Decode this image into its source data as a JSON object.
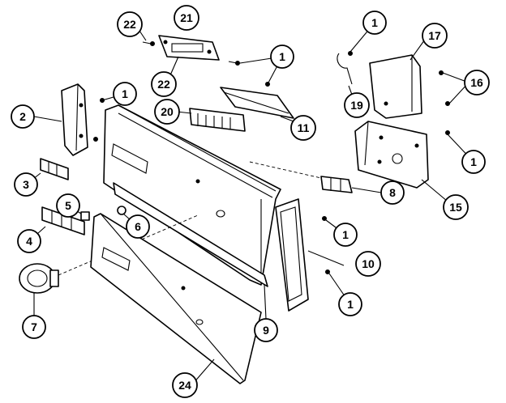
{
  "callouts": [
    {
      "id": "c1a",
      "label": "1"
    },
    {
      "id": "c1b",
      "label": "1"
    },
    {
      "id": "c1c",
      "label": "1"
    },
    {
      "id": "c1d",
      "label": "1"
    },
    {
      "id": "c1e",
      "label": "1"
    },
    {
      "id": "c1f",
      "label": "1"
    },
    {
      "id": "c2",
      "label": "2"
    },
    {
      "id": "c3",
      "label": "3"
    },
    {
      "id": "c4",
      "label": "4"
    },
    {
      "id": "c5",
      "label": "5"
    },
    {
      "id": "c6",
      "label": "6"
    },
    {
      "id": "c7",
      "label": "7"
    },
    {
      "id": "c8",
      "label": "8"
    },
    {
      "id": "c9",
      "label": "9"
    },
    {
      "id": "c10",
      "label": "10"
    },
    {
      "id": "c11",
      "label": "11"
    },
    {
      "id": "c15",
      "label": "15"
    },
    {
      "id": "c16",
      "label": "16"
    },
    {
      "id": "c17",
      "label": "17"
    },
    {
      "id": "c19",
      "label": "19"
    },
    {
      "id": "c20",
      "label": "20"
    },
    {
      "id": "c21",
      "label": "21"
    },
    {
      "id": "c22a",
      "label": "22"
    },
    {
      "id": "c22b",
      "label": "22"
    },
    {
      "id": "c24",
      "label": "24"
    }
  ]
}
